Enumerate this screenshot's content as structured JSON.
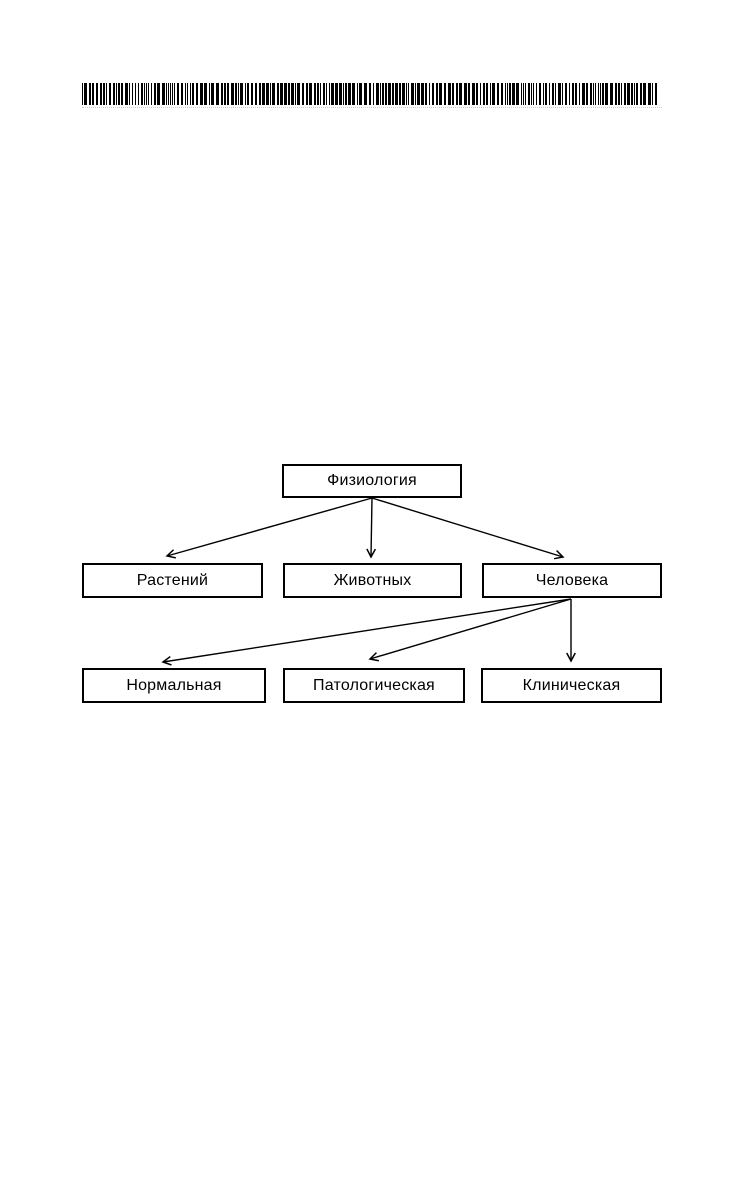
{
  "page": {
    "kind": "scanned-book-page",
    "background_color": "#ffffff",
    "ink_color": "#000000"
  },
  "barcode": {
    "description": "decorative vertical-stripe band"
  },
  "diagram": {
    "title": "",
    "root": {
      "label": "Физиология"
    },
    "level1": [
      {
        "label": "Растений"
      },
      {
        "label": "Животных"
      },
      {
        "label": "Человека"
      }
    ],
    "level2": [
      {
        "label": "Нормальная"
      },
      {
        "label": "Патологическая"
      },
      {
        "label": "Клиническая"
      }
    ],
    "edges": [
      {
        "from": "Физиология",
        "to": "Растений"
      },
      {
        "from": "Физиология",
        "to": "Животных"
      },
      {
        "from": "Физиология",
        "to": "Человека"
      },
      {
        "from": "Человека",
        "to": "Нормальная"
      },
      {
        "from": "Человека",
        "to": "Патологическая"
      },
      {
        "from": "Человека",
        "to": "Клиническая"
      }
    ]
  }
}
